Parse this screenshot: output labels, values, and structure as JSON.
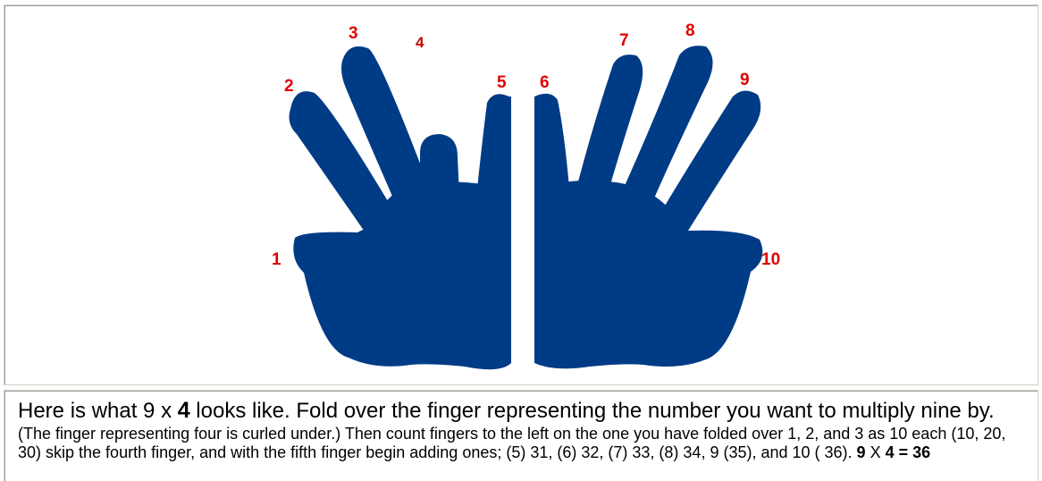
{
  "colors": {
    "hand": "#003b85",
    "label": "#e00000",
    "border": "#a0a0a0"
  },
  "finger_labels": [
    "1",
    "2",
    "3",
    "4",
    "5",
    "6",
    "7",
    "8",
    "9",
    "10"
  ],
  "caption": {
    "p1_pre": "Here is what 9 x ",
    "p1_bold": "4",
    "p1_post": " looks like.  Fold over the finger representing the number you want to multiply nine by.",
    "p2": " (The finger representing four is curled under.)  Then count fingers to the left on the one you have folded over 1, 2, and 3 as 10 each (10, 20, 30) skip the fourth finger, and with the fifth finger begin adding ones; (5) 31, (6) 32, (7) 33, (8) 34, 9 (35),        and 10 ( 36).  ",
    "eq_a": "9",
    "eq_x": " X ",
    "eq_b": "4 = 36"
  }
}
